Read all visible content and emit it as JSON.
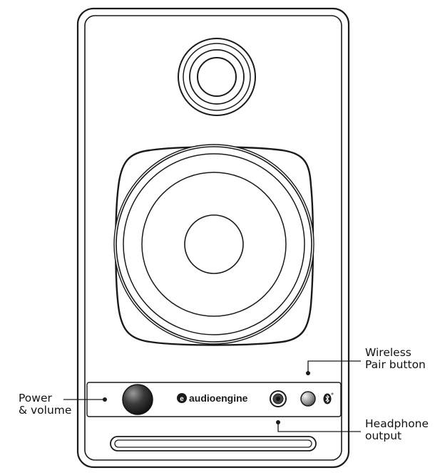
{
  "brand": {
    "wordmark": "audioengine",
    "logo_glyph": "e"
  },
  "callouts": {
    "power": {
      "line1": "Power",
      "line2": "& volume"
    },
    "pair": {
      "line1": "Wireless",
      "line2": "Pair button"
    },
    "headphone": {
      "line1": "Headphone",
      "line2": "output"
    }
  },
  "icons": {
    "bluetooth": "bluetooth-icon"
  },
  "colors": {
    "outline": "#1a1a1a",
    "knob_dark": "#111111",
    "button_grey": "#8a8a8a",
    "background": "#ffffff"
  }
}
